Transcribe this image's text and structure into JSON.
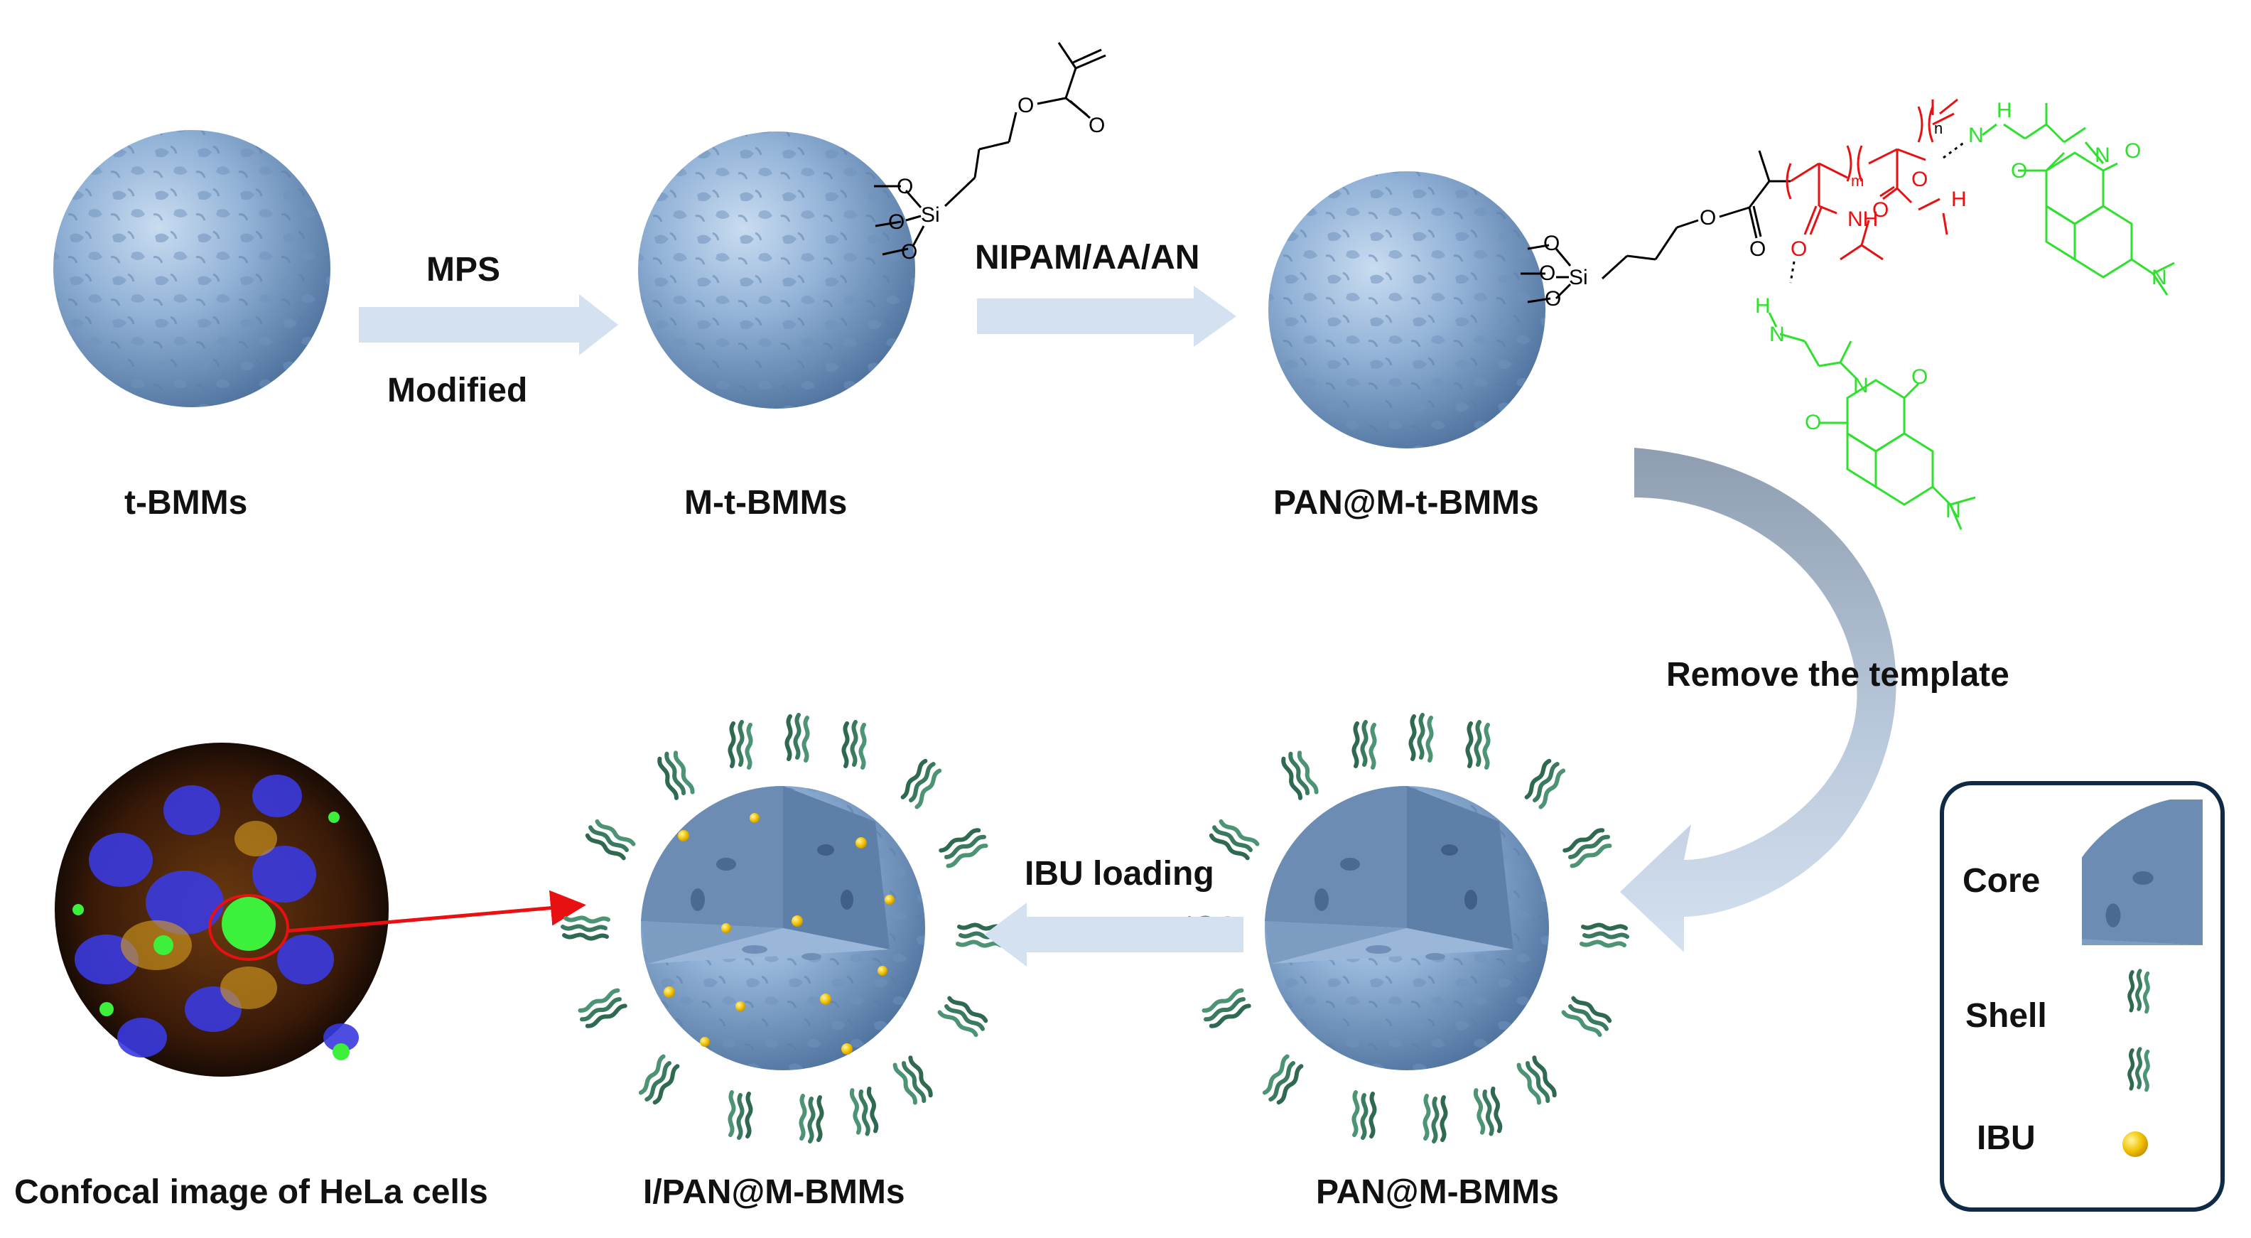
{
  "labels": {
    "t_bmms": "t-BMMs",
    "m_t_bmms": "M-t-BMMs",
    "pan_m_t_bmms": "PAN@M-t-BMMs",
    "pan_m_bmms": "PAN@M-BMMs",
    "i_pan_m_bmms": "I/PAN@M-BMMs",
    "confocal": "Confocal image of HeLa cells"
  },
  "steps": {
    "mps": "MPS",
    "modified": "Modified",
    "nipam": "NIPAM/AA/AN",
    "remove": "Remove the template",
    "ibu_loading": "IBU loading"
  },
  "legend": {
    "core": "Core",
    "shell": "Shell",
    "ibu": "IBU"
  },
  "chem": {
    "O": "O",
    "Si": "Si",
    "NH": "NH",
    "N": "N",
    "H": "H",
    "m": "m",
    "n": "n"
  },
  "colors": {
    "sphere": "#8fb0d6",
    "arrow": "#d4e1f0",
    "curved_arrow_dark": "#8f9db1",
    "polymer": "#ff1a1a",
    "dye": "#2fe02f",
    "shell": "#3a7a5e",
    "ibu": "#f2c200",
    "legend_border": "#0f2a44"
  }
}
